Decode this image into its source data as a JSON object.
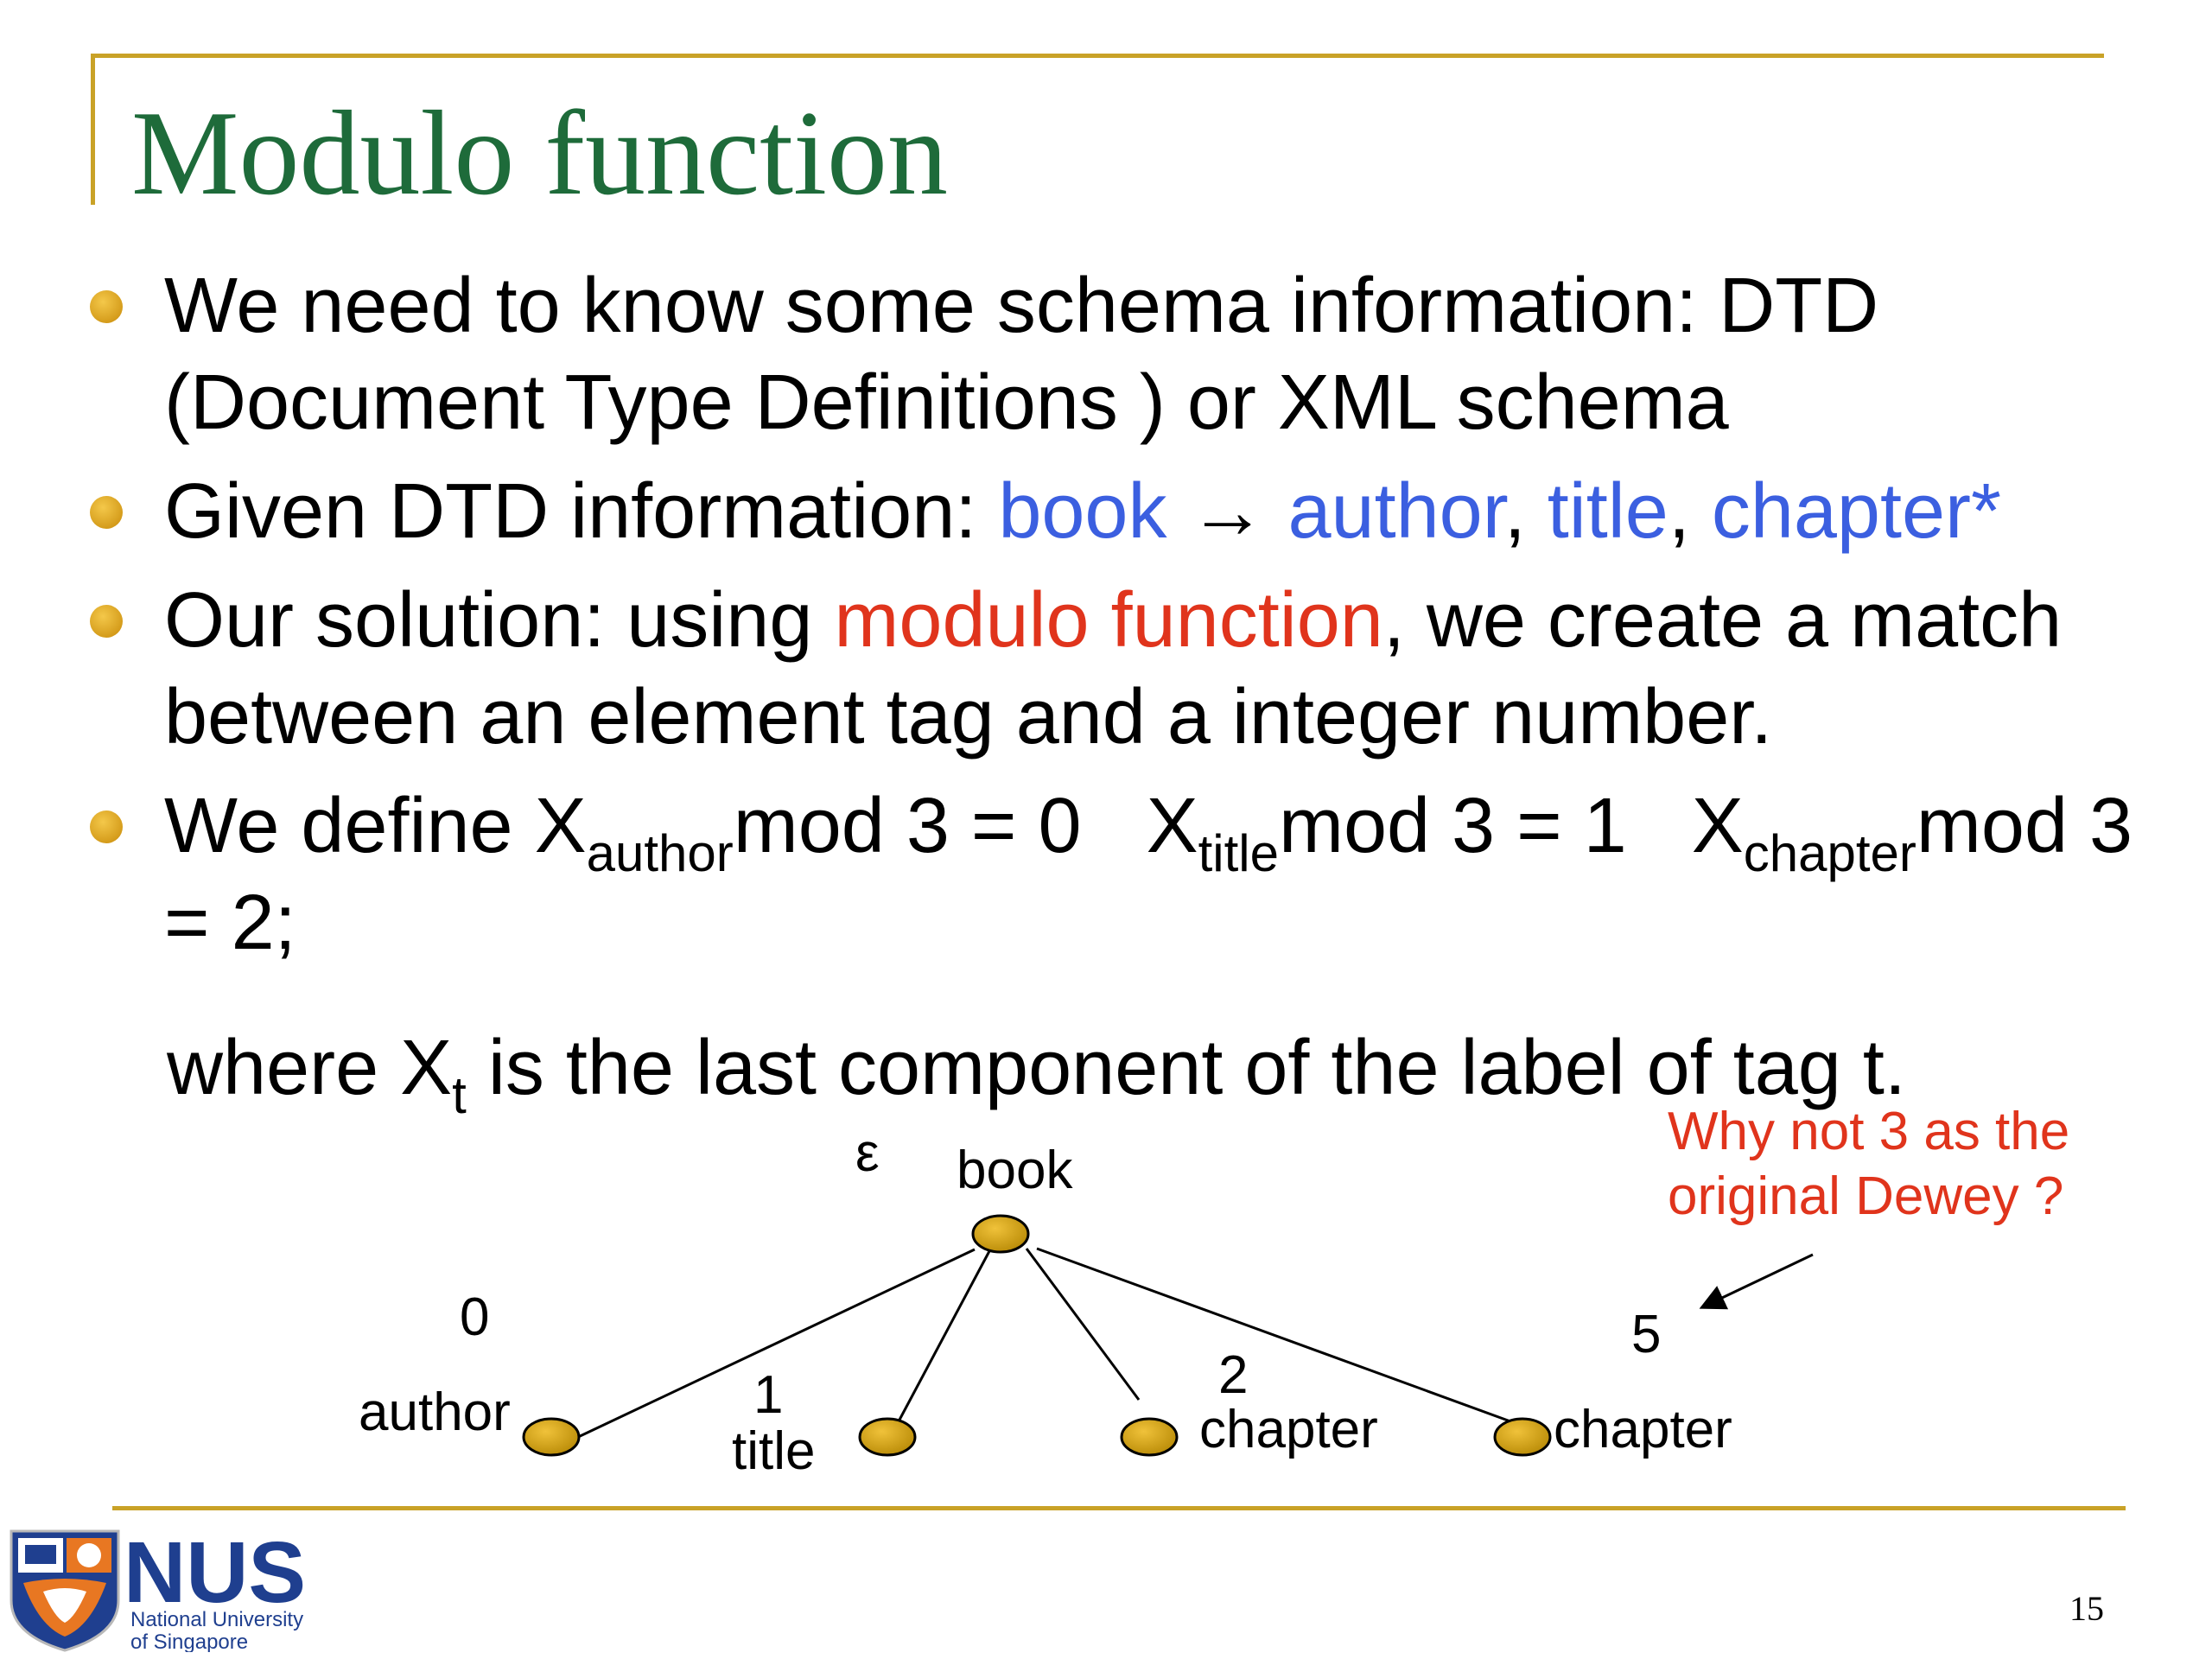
{
  "slide": {
    "title": "Modulo function",
    "page_number": "15"
  },
  "bullets": [
    {
      "text": "We need to know some schema information: DTD (Document Type Definitions ) or XML schema"
    },
    {
      "prefix": "Given DTD information:  ",
      "book": "book",
      "arrow": " → ",
      "author": "author",
      "sep1": ", ",
      "title": "title",
      "sep2": ", ",
      "chapter": "chapter*"
    },
    {
      "prefix": "Our solution: using ",
      "highlight": "modulo function",
      "suffix": ", we create a match between an element tag and a integer number."
    },
    {
      "x1": "X",
      "sub1": "author",
      "eq1": "mod 3 = 0   ",
      "x2": "X",
      "sub2": "title",
      "eq2": "mod 3 = 1   ",
      "x3": "X",
      "sub3": "chapter",
      "eq3": "mod 3 = 2;",
      "lead": "We define "
    }
  ],
  "where_line": {
    "pre": "where X",
    "sub": "t",
    "post": " is the last component of the label of tag t."
  },
  "tree": {
    "root_label": "book",
    "root_epsilon": "ε",
    "children": [
      {
        "tag": "author",
        "number": "0"
      },
      {
        "tag": "title",
        "number": "1"
      },
      {
        "tag": "chapter",
        "number": "2"
      },
      {
        "tag": "chapter",
        "number": "5"
      }
    ],
    "node_color": "#d4a017"
  },
  "annotation": {
    "line1": "Why not 3 as the",
    "line2": "original Dewey ?"
  },
  "logo": {
    "name": "NUS",
    "line1": "National University",
    "line2": "of Singapore"
  },
  "colors": {
    "title": "#1e6b3a",
    "accent_blue": "#3b5fe0",
    "accent_red": "#e0341c",
    "frame": "#c9a227"
  }
}
